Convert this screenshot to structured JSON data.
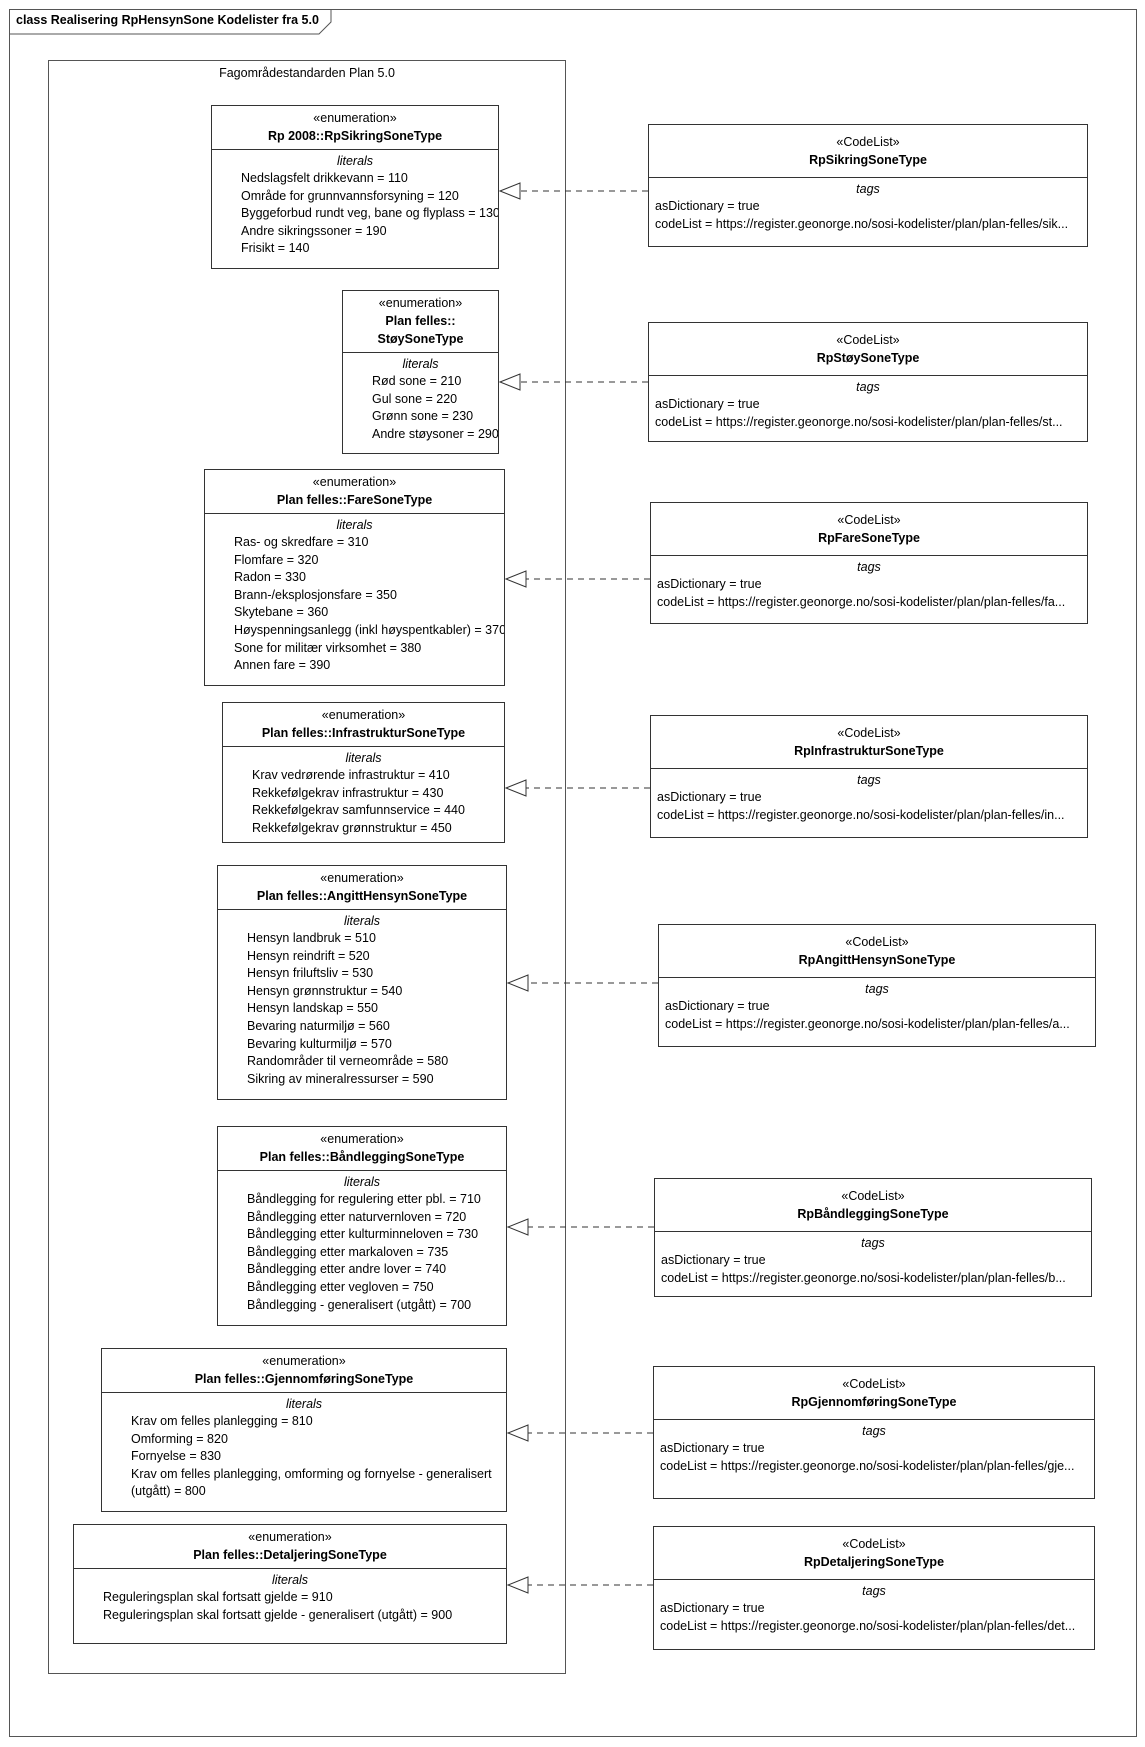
{
  "frame": {
    "title": "class Realisering RpHensynSone Kodelister  fra 5.0"
  },
  "package": {
    "title": "Fagområdestandarden Plan 5.0"
  },
  "enumerations": [
    {
      "stereotype": "«enumeration»",
      "name_lines": [
        "Rp 2008::RpSikringSoneType"
      ],
      "section": "literals",
      "literals": [
        "Nedslagsfelt drikkevann = 110",
        "Område for grunnvannsforsyning = 120",
        "Byggeforbud rundt veg, bane og flyplass = 130",
        "Andre sikringssoner = 190",
        "Frisikt = 140"
      ]
    },
    {
      "stereotype": "«enumeration»",
      "name_lines": [
        "Plan felles::",
        "StøySoneType"
      ],
      "section": "literals",
      "literals": [
        "Rød sone = 210",
        "Gul sone = 220",
        "Grønn sone = 230",
        "Andre støysoner = 290"
      ]
    },
    {
      "stereotype": "«enumeration»",
      "name_lines": [
        "Plan felles::FareSoneType"
      ],
      "section": "literals",
      "literals": [
        "Ras- og skredfare = 310",
        "Flomfare = 320",
        "Radon = 330",
        "Brann-/eksplosjonsfare = 350",
        "Skytebane = 360",
        "Høyspenningsanlegg (inkl høyspentkabler) = 370",
        "Sone for militær virksomhet = 380",
        "Annen fare = 390"
      ]
    },
    {
      "stereotype": "«enumeration»",
      "name_lines": [
        "Plan felles::InfrastrukturSoneType"
      ],
      "section": "literals",
      "literals": [
        "Krav vedrørende infrastruktur = 410",
        "Rekkefølgekrav infrastruktur = 430",
        "Rekkefølgekrav samfunnservice = 440",
        "Rekkefølgekrav grønnstruktur = 450"
      ]
    },
    {
      "stereotype": "«enumeration»",
      "name_lines": [
        "Plan felles::AngittHensynSoneType"
      ],
      "section": "literals",
      "literals": [
        "Hensyn landbruk = 510",
        "Hensyn reindrift = 520",
        "Hensyn friluftsliv = 530",
        "Hensyn grønnstruktur = 540",
        "Hensyn landskap = 550",
        "Bevaring naturmiljø = 560",
        "Bevaring kulturmiljø = 570",
        "Randområder til verneområde = 580",
        "Sikring av mineralressurser = 590"
      ]
    },
    {
      "stereotype": "«enumeration»",
      "name_lines": [
        "Plan felles::BåndleggingSoneType"
      ],
      "section": "literals",
      "literals": [
        "Båndlegging for regulering etter pbl. = 710",
        "Båndlegging etter naturvernloven = 720",
        "Båndlegging etter kulturminneloven = 730",
        "Båndlegging etter markaloven = 735",
        "Båndlegging etter andre lover = 740",
        "Båndlegging etter vegloven = 750",
        "Båndlegging - generalisert (utgått) = 700"
      ]
    },
    {
      "stereotype": "«enumeration»",
      "name_lines": [
        "Plan felles::GjennomføringSoneType"
      ],
      "section": "literals",
      "literals": [
        "Krav om felles planlegging = 810",
        "Omforming = 820",
        "Fornyelse = 830",
        "Krav om felles planlegging, omforming og fornyelse - generalisert",
        "(utgått) = 800"
      ]
    },
    {
      "stereotype": "«enumeration»",
      "name_lines": [
        "Plan felles::DetaljeringSoneType"
      ],
      "section": "literals",
      "literals": [
        "Reguleringsplan skal fortsatt gjelde = 910",
        "Reguleringsplan skal fortsatt gjelde - generalisert (utgått) = 900"
      ]
    }
  ],
  "codelists": [
    {
      "stereotype": "«CodeList»",
      "name": "RpSikringSoneType",
      "section": "tags",
      "tags": [
        "asDictionary = true",
        "codeList = https://register.geonorge.no/sosi-kodelister/plan/plan-felles/sik..."
      ]
    },
    {
      "stereotype": "«CodeList»",
      "name": "RpStøySoneType",
      "section": "tags",
      "tags": [
        "asDictionary = true",
        "codeList = https://register.geonorge.no/sosi-kodelister/plan/plan-felles/st..."
      ]
    },
    {
      "stereotype": "«CodeList»",
      "name": "RpFareSoneType",
      "section": "tags",
      "tags": [
        "asDictionary = true",
        "codeList = https://register.geonorge.no/sosi-kodelister/plan/plan-felles/fa..."
      ]
    },
    {
      "stereotype": "«CodeList»",
      "name": "RpInfrastrukturSoneType",
      "section": "tags",
      "tags": [
        "asDictionary = true",
        "codeList = https://register.geonorge.no/sosi-kodelister/plan/plan-felles/in..."
      ]
    },
    {
      "stereotype": "«CodeList»",
      "name": "RpAngittHensynSoneType",
      "section": "tags",
      "tags": [
        "asDictionary = true",
        "codeList = https://register.geonorge.no/sosi-kodelister/plan/plan-felles/a..."
      ]
    },
    {
      "stereotype": "«CodeList»",
      "name": "RpBåndleggingSoneType",
      "section": "tags",
      "tags": [
        "asDictionary = true",
        "codeList = https://register.geonorge.no/sosi-kodelister/plan/plan-felles/b..."
      ]
    },
    {
      "stereotype": "«CodeList»",
      "name": "RpGjennomføringSoneType",
      "section": "tags",
      "tags": [
        "asDictionary = true",
        "codeList = https://register.geonorge.no/sosi-kodelister/plan/plan-felles/gje..."
      ]
    },
    {
      "stereotype": "«CodeList»",
      "name": "RpDetaljeringSoneType",
      "section": "tags",
      "tags": [
        "asDictionary = true",
        "codeList = https://register.geonorge.no/sosi-kodelister/plan/plan-felles/det..."
      ]
    }
  ]
}
